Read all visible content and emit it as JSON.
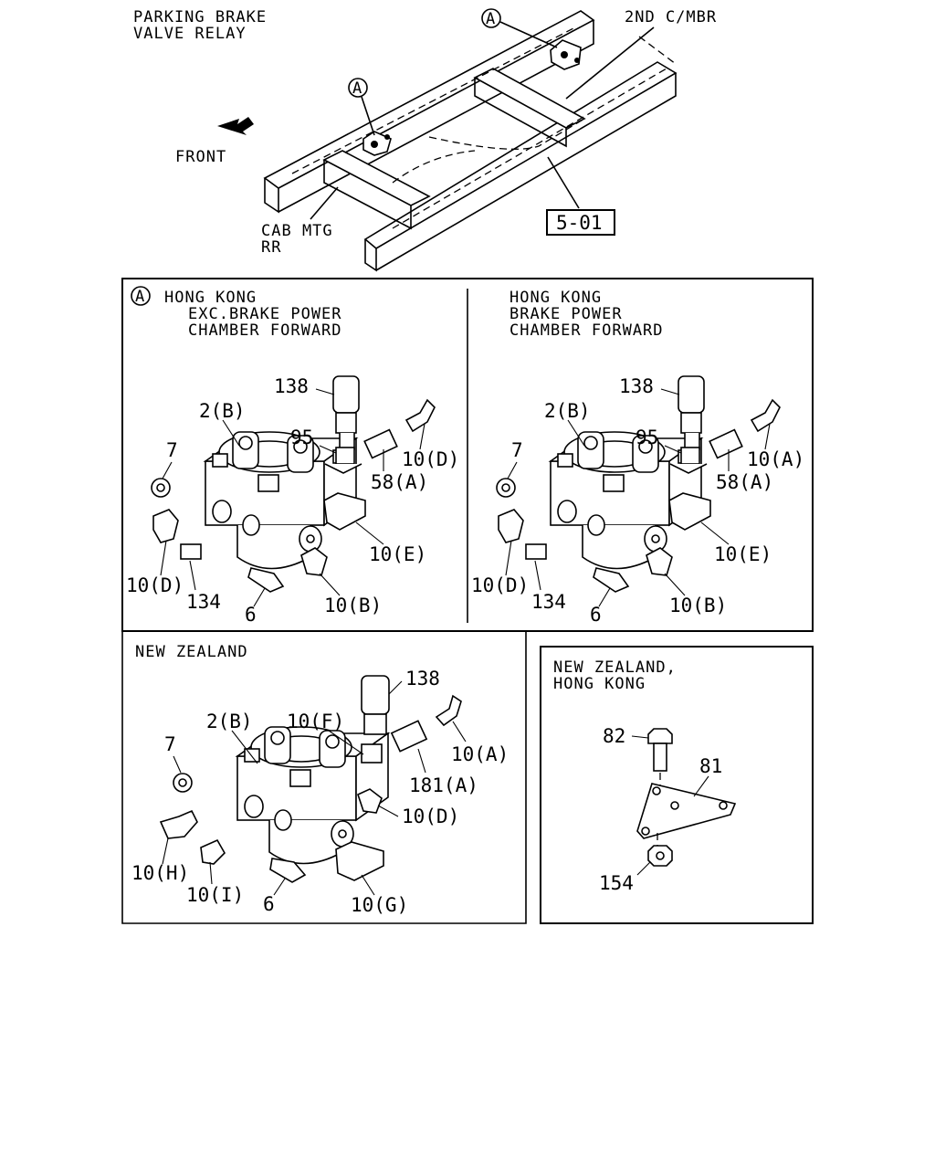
{
  "top": {
    "title_line1": "PARKING BRAKE",
    "title_line2": "VALVE RELAY",
    "label_2nd_cmbr": "2ND C/MBR",
    "label_front": "FRONT",
    "label_cab_mtg_1": "CAB MTG",
    "label_cab_mtg_2": "RR",
    "ref_box": "5-01",
    "callout_a": "A"
  },
  "panel_hk_exc": {
    "marker": "A",
    "title_line1": "HONG KONG",
    "title_line2": "EXC.BRAKE POWER",
    "title_line3": "CHAMBER FORWARD",
    "labels": [
      "138",
      "2(B)",
      "95",
      "10(D)",
      "7",
      "58(A)",
      "10(E)",
      "10(D)",
      "134",
      "6",
      "10(B)"
    ]
  },
  "panel_hk_brake": {
    "title_line1": "HONG KONG",
    "title_line2": "BRAKE POWER",
    "title_line3": "CHAMBER FORWARD",
    "labels": [
      "138",
      "2(B)",
      "95",
      "10(A)",
      "7",
      "58(A)",
      "10(E)",
      "10(D)",
      "134",
      "6",
      "10(B)"
    ]
  },
  "panel_nz": {
    "title": "NEW ZEALAND",
    "labels": [
      "138",
      "2(B)",
      "10(F)",
      "10(A)",
      "7",
      "181(A)",
      "10(D)",
      "10(H)",
      "10(I)",
      "6",
      "10(G)"
    ]
  },
  "panel_nz_hk_bracket": {
    "title_line1": "NEW ZEALAND,",
    "title_line2": "HONG KONG",
    "labels": [
      "82",
      "81",
      "154"
    ]
  }
}
